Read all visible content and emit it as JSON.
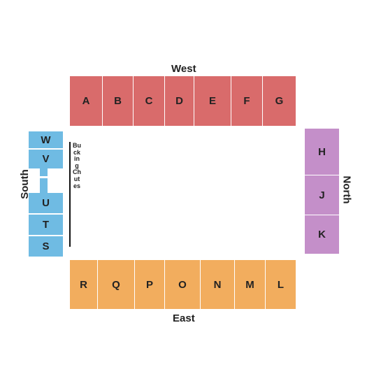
{
  "labels": {
    "west": "West",
    "east": "East",
    "north": "North",
    "south": "South",
    "chutes": "Bucking Chutes"
  },
  "colors": {
    "west": "#d96b6b",
    "east": "#f2ad5e",
    "north": "#c48fc9",
    "south": "#6fbbe3"
  },
  "sections": {
    "west": [
      "A",
      "B",
      "C",
      "D",
      "E",
      "F",
      "G"
    ],
    "east": [
      "R",
      "Q",
      "P",
      "O",
      "N",
      "M",
      "L"
    ],
    "north": [
      "H",
      "J",
      "K"
    ],
    "south": [
      "W",
      "V",
      "U",
      "T",
      "S"
    ]
  }
}
